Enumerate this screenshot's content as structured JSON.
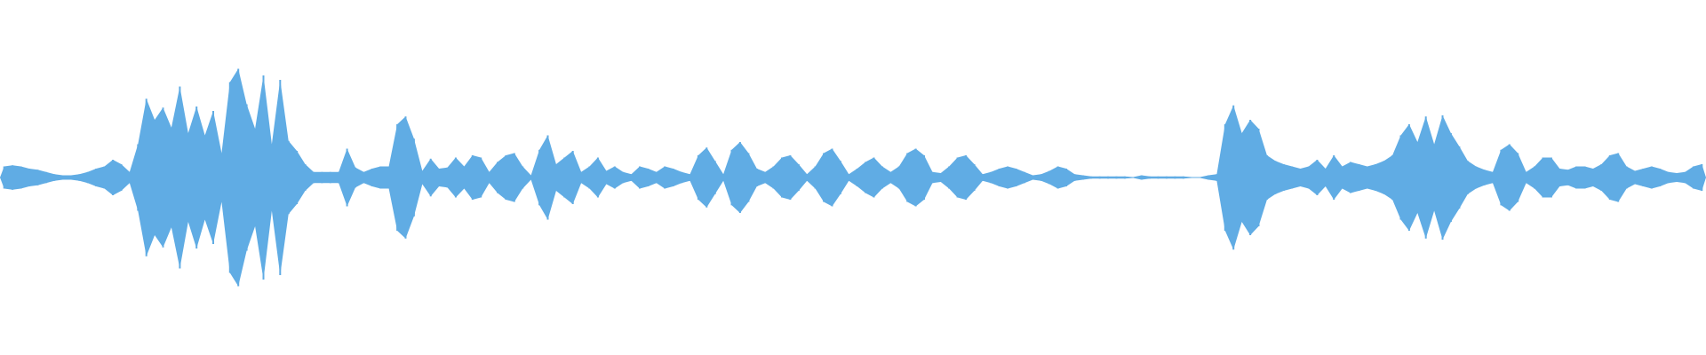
{
  "waveform": {
    "color": "#60ACE4",
    "background": "#FFFFFF",
    "peaks": [
      0.1,
      0.11,
      0.1,
      0.08,
      0.07,
      0.05,
      0.03,
      0.02,
      0.02,
      0.03,
      0.05,
      0.08,
      0.1,
      0.16,
      0.12,
      0.05,
      0.3,
      0.71,
      0.52,
      0.63,
      0.45,
      0.82,
      0.4,
      0.64,
      0.38,
      0.6,
      0.22,
      0.86,
      0.98,
      0.66,
      0.44,
      0.92,
      0.3,
      0.88,
      0.33,
      0.24,
      0.12,
      0.05,
      0.05,
      0.05,
      0.05,
      0.26,
      0.09,
      0.05,
      0.08,
      0.1,
      0.1,
      0.48,
      0.55,
      0.35,
      0.06,
      0.17,
      0.08,
      0.09,
      0.18,
      0.1,
      0.2,
      0.18,
      0.05,
      0.14,
      0.2,
      0.22,
      0.1,
      0.02,
      0.25,
      0.38,
      0.12,
      0.18,
      0.24,
      0.05,
      0.1,
      0.18,
      0.06,
      0.1,
      0.05,
      0.03,
      0.1,
      0.08,
      0.05,
      0.1,
      0.08,
      0.05,
      0.03,
      0.2,
      0.27,
      0.15,
      0.03,
      0.25,
      0.32,
      0.22,
      0.08,
      0.05,
      0.1,
      0.18,
      0.2,
      0.12,
      0.03,
      0.1,
      0.22,
      0.26,
      0.15,
      0.03,
      0.08,
      0.14,
      0.18,
      0.1,
      0.05,
      0.1,
      0.22,
      0.26,
      0.2,
      0.05,
      0.04,
      0.1,
      0.18,
      0.2,
      0.12,
      0.03,
      0.05,
      0.08,
      0.1,
      0.08,
      0.05,
      0.02,
      0.03,
      0.06,
      0.1,
      0.08,
      0.03,
      0.02,
      0.01,
      0.01,
      0.01,
      0.01,
      0.01,
      0.0,
      0.02,
      0.01,
      0.01,
      0.01,
      0.01,
      0.01,
      0.0,
      0.0,
      0.02,
      0.03,
      0.48,
      0.65,
      0.4,
      0.52,
      0.44,
      0.2,
      0.15,
      0.12,
      0.1,
      0.08,
      0.1,
      0.16,
      0.08,
      0.2,
      0.1,
      0.14,
      0.12,
      0.1,
      0.12,
      0.15,
      0.2,
      0.38,
      0.48,
      0.32,
      0.55,
      0.3,
      0.56,
      0.4,
      0.28,
      0.15,
      0.1,
      0.07,
      0.05,
      0.25,
      0.3,
      0.22,
      0.05,
      0.1,
      0.18,
      0.18,
      0.08,
      0.07,
      0.1,
      0.1,
      0.08,
      0.12,
      0.2,
      0.22,
      0.1,
      0.06,
      0.08,
      0.1,
      0.08,
      0.05,
      0.04,
      0.05,
      0.1,
      0.12
    ]
  }
}
